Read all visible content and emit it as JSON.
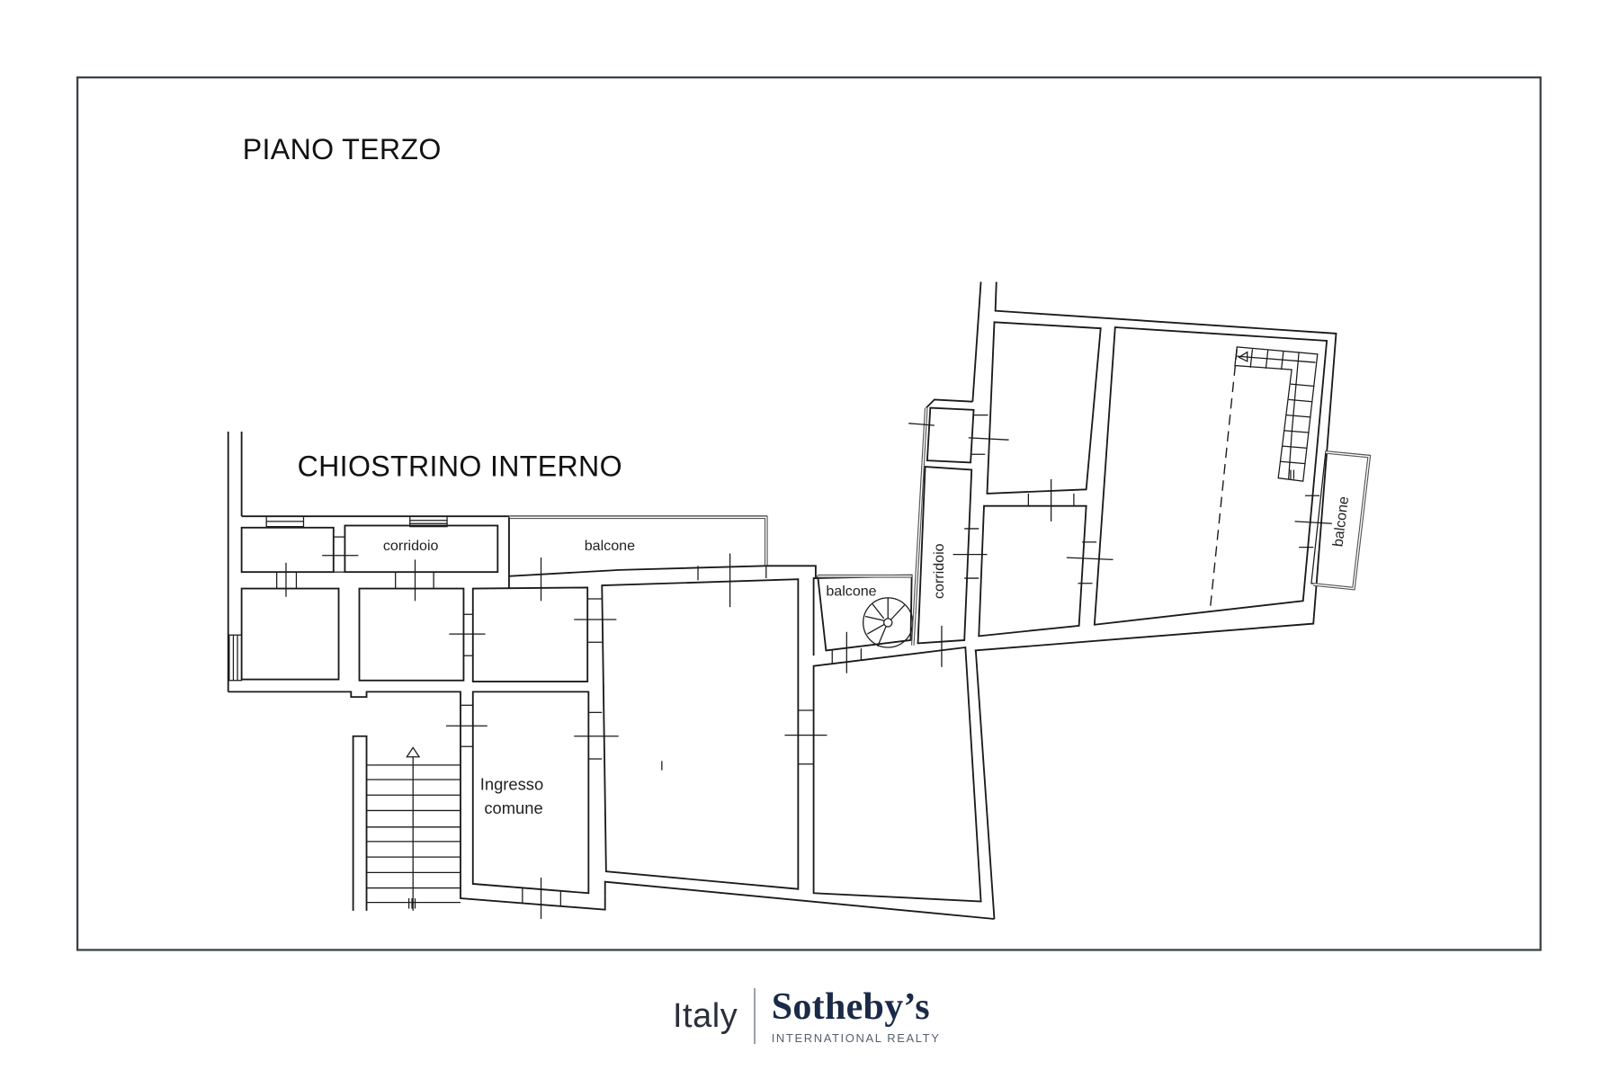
{
  "plan": {
    "floor_title": "PIANO TERZO",
    "courtyard_label": "CHIOSTRINO INTERNO",
    "rooms": [
      {
        "id": "corridoio-top",
        "label": "corridoio"
      },
      {
        "id": "balcone-top",
        "label": "balcone"
      },
      {
        "id": "balcone-mid",
        "label": "balcone"
      },
      {
        "id": "corridoio-vertical",
        "label": "corridoio"
      },
      {
        "id": "balcone-right",
        "label": "balcone"
      },
      {
        "id": "ingresso",
        "label_line1": "Ingresso",
        "label_line2": "comune"
      }
    ],
    "colors": {
      "frame": "#3a4448",
      "walls": "#1a1a1a",
      "background": "#ffffff"
    }
  },
  "footer": {
    "region": "Italy",
    "brand": "Sotheby’s",
    "subtitle": "INTERNATIONAL REALTY",
    "colors": {
      "brand": "#1b2a48",
      "region": "#2a2f3a",
      "subtitle": "#55606e"
    }
  }
}
